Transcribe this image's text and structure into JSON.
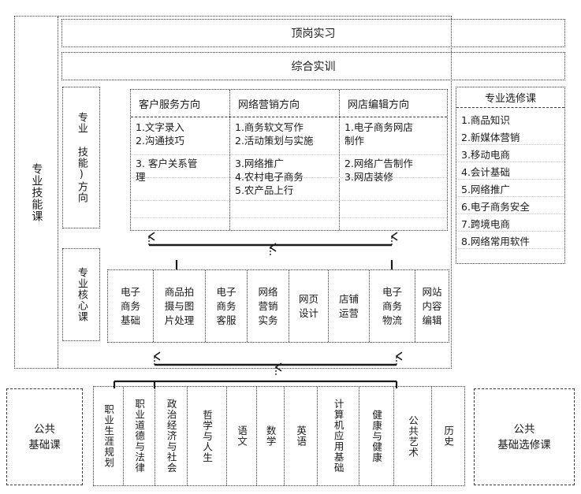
{
  "diagram": {
    "title_vertical_left": "专业技能课",
    "top_bars": [
      {
        "label": "顶岗实习"
      },
      {
        "label": "综合实训"
      }
    ],
    "skill_direction_label": "专业   技能)方向",
    "core_course_label": "专业核心课",
    "directions": [
      {
        "header": "客户服务方向",
        "items": [
          "1.文字录入",
          "2.沟通技巧",
          "3. 客户关系管",
          "理"
        ]
      },
      {
        "header": "网络营销方向",
        "items": [
          "1.商务软文写作",
          "2.活动策划与实施",
          "3.网络推广",
          "4.农村电子商务",
          "5.农产品上行"
        ]
      },
      {
        "header": "网店编辑方向",
        "items": [
          "1.电子商务网店",
          "制作",
          "2.网络广告制作",
          "3.网店装修"
        ]
      }
    ],
    "electives": {
      "header": "专业选修课",
      "items": [
        "1.商品知识",
        "2.新媒体营销",
        "3.移动电商",
        "4.会计基础",
        "5.网络推广",
        "6.电子商务安全",
        "7.跨境电商",
        "8.网络常用软件"
      ]
    },
    "core_courses": [
      "电子商务基础",
      "商品拍摄与图片处理",
      "电子商务客服",
      "网络营销实务",
      "网页设计",
      "店铺运营",
      "电子商务物流",
      "网站内容编辑"
    ],
    "core_courses_lines": [
      [
        "电子",
        "商务",
        "基础"
      ],
      [
        "商品拍",
        "摄与图",
        "片处理"
      ],
      [
        "电子",
        "商务",
        "客服"
      ],
      [
        "网络",
        "营销",
        "实务"
      ],
      [
        "网页",
        "设计"
      ],
      [
        "店铺",
        "运营"
      ],
      [
        "电子",
        "商务",
        "物流"
      ],
      [
        "网站",
        "内容",
        "编辑"
      ]
    ],
    "public_base_label": "公共\n基础课",
    "public_base_label_lines": [
      "公共",
      "基础课"
    ],
    "public_elective_label_lines": [
      "公共",
      "基础选修课"
    ],
    "base_courses": [
      "职业生涯规划",
      "职业道德与法律",
      "政治经济与社会",
      "哲学与人生",
      "语文",
      "数学",
      "英语",
      "计算机应用基础",
      "健康与健康",
      "公共艺术",
      "历史"
    ],
    "colors": {
      "line": "#3a3a3a",
      "text": "#1a1a1a",
      "background": "#ffffff"
    }
  }
}
